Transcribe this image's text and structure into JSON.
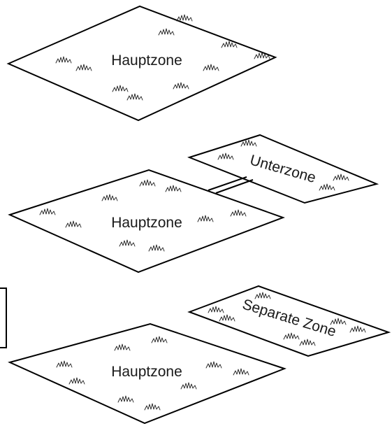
{
  "scenes": [
    {
      "main_zone": {
        "label": "Hauptzone"
      }
    },
    {
      "main_zone": {
        "label": "Hauptzone"
      },
      "sub_zone": {
        "label": "Unterzone"
      }
    },
    {
      "main_zone": {
        "label": "Hauptzone"
      },
      "separate_zone": {
        "label": "Separate Zone"
      }
    }
  ],
  "colors": {
    "zone_fill": "#ffffff",
    "outline": "#000000",
    "text": "#1a1a1a"
  },
  "icons": [
    "grass-tuft-icon"
  ]
}
